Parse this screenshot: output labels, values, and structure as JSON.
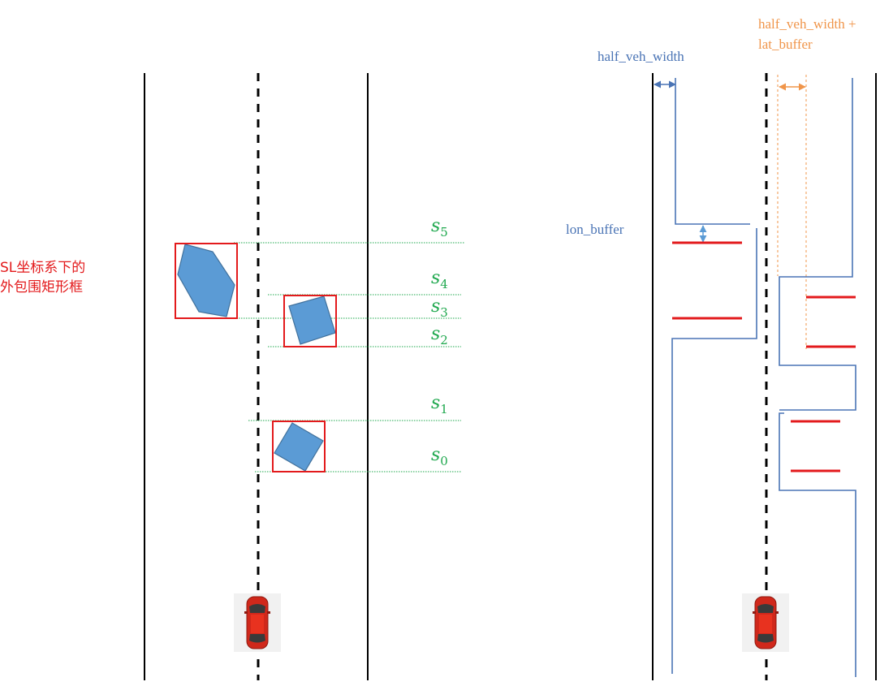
{
  "colors": {
    "lane_line": "#000000",
    "obstacle_fill": "#5b9bd5",
    "obstacle_edge": "#41719c",
    "bounding_box": "#e31a1c",
    "s_line": "#1fa84e",
    "corridor": "#4a74b5",
    "lat_buffer": "#f0954a",
    "vehicle_body": "#d0281b"
  },
  "left_panel": {
    "caption": "SL坐标系下的\n外包围矩形框",
    "s_labels": [
      {
        "base": "s",
        "sub": "5"
      },
      {
        "base": "s",
        "sub": "4"
      },
      {
        "base": "s",
        "sub": "3"
      },
      {
        "base": "s",
        "sub": "2"
      },
      {
        "base": "s",
        "sub": "1"
      },
      {
        "base": "s",
        "sub": "0"
      }
    ]
  },
  "right_panel": {
    "half_veh_width_label": "half_veh_width",
    "half_veh_width_lat_buffer_label": "half_veh_width +\nlat_buffer",
    "lon_buffer_label": "lon_buffer"
  }
}
